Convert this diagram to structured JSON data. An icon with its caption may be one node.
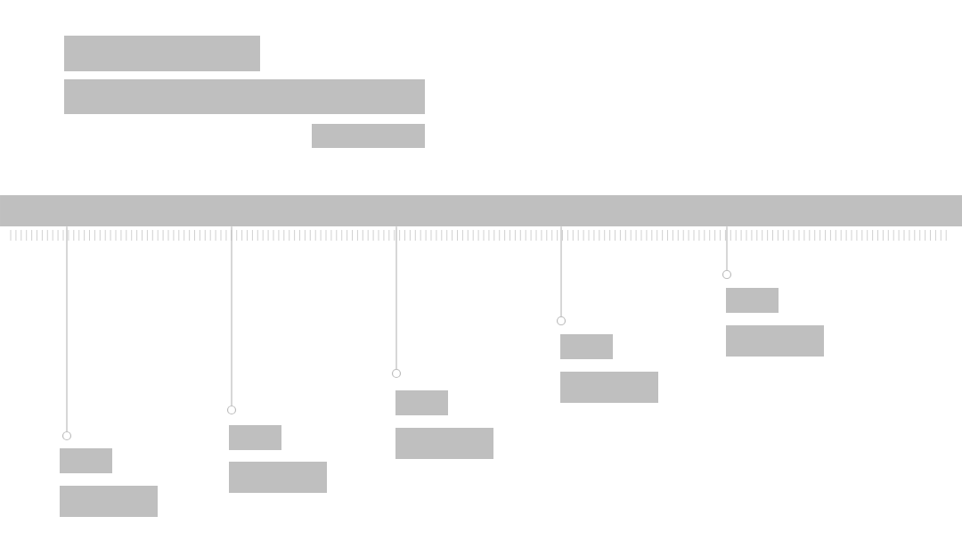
{
  "diagram": {
    "nodes": [
      {
        "text": [],
        "shape": "box"
      },
      {
        "text": [],
        "shape": "box"
      },
      {
        "text": [],
        "shape": "box"
      },
      {
        "text": [],
        "shape": "bar"
      },
      {
        "text": [],
        "shape": "circle"
      },
      {
        "text": [],
        "shape": "box"
      },
      {
        "text": [],
        "shape": "box"
      },
      {
        "text": [],
        "shape": "circle"
      },
      {
        "text": [],
        "shape": "box"
      },
      {
        "text": [],
        "shape": "box"
      },
      {
        "text": [],
        "shape": "circle"
      },
      {
        "text": [],
        "shape": "box"
      },
      {
        "text": [],
        "shape": "box"
      },
      {
        "text": [],
        "shape": "circle"
      },
      {
        "text": [],
        "shape": "box"
      },
      {
        "text": [],
        "shape": "box"
      },
      {
        "text": [],
        "shape": "circle"
      },
      {
        "text": [],
        "shape": "box"
      },
      {
        "text": [],
        "shape": "box"
      }
    ],
    "edges": [
      {
        "from": 3,
        "to": 4,
        "arrow": "none"
      },
      {
        "from": 3,
        "to": 7,
        "arrow": "none"
      },
      {
        "from": 3,
        "to": 10,
        "arrow": "none"
      },
      {
        "from": 3,
        "to": 13,
        "arrow": "none"
      },
      {
        "from": 3,
        "to": 16,
        "arrow": "none"
      }
    ]
  }
}
